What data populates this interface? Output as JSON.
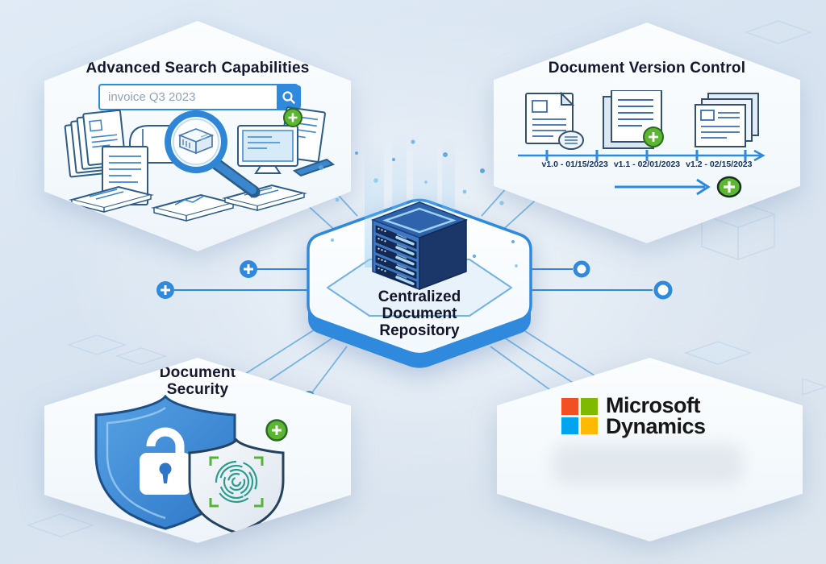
{
  "app": {
    "title": "Centralized Document Repository Diagram"
  },
  "center": {
    "title_lines": [
      "Centralized",
      "Document",
      "Repository"
    ]
  },
  "panels": {
    "search": {
      "title": "Advanced Search Capabilities",
      "query": "invoice Q3 2023"
    },
    "versions": {
      "title": "Document Version Control",
      "entries": [
        "v1.0 - 01/15/2023",
        "v1.1 - 02/01/2023",
        "v1.2 - 02/15/2023"
      ]
    },
    "security": {
      "title_lines": [
        "Document",
        "Security"
      ]
    },
    "integration": {
      "brand_line1": "Microsoft",
      "brand_line2": "Dynamics"
    }
  },
  "icons": {
    "search_icon": "magnifier-glyph",
    "plus_icon": "plus-glyph",
    "more_icon": "ellipsis-glyph",
    "arrow_icon": "arrow-right-glyph"
  },
  "colors": {
    "accent": "#2f89dd",
    "green_badge": "#5cb632",
    "server_navy": "#1b3668",
    "ms_red": "#F25022",
    "ms_green": "#7FBA00",
    "ms_blue": "#00A4EF",
    "ms_yellow": "#FFB900"
  }
}
